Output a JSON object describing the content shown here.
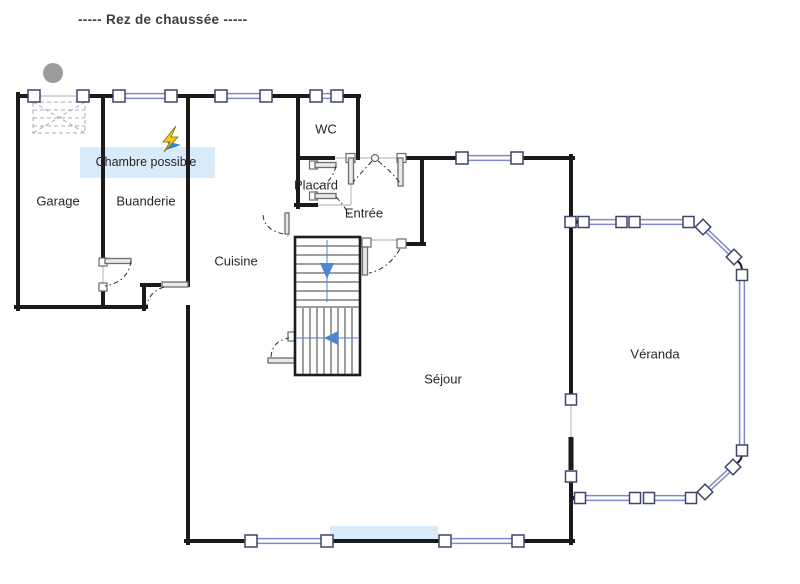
{
  "title": "-----  Rez de chaussée  -----",
  "rooms": {
    "garage": "Garage",
    "buanderie": "Buanderie",
    "chambre_possible": "Chambre possible",
    "cuisine": "Cuisine",
    "wc": "WC",
    "placard": "Placard",
    "entree": "Entrée",
    "sejour": "Séjour",
    "veranda": "Véranda"
  },
  "icons": {
    "power": "power-supply-icon",
    "marker": "gray-dot-marker",
    "stairs_down": "stairs-down-arrow-icon",
    "stairs_left": "stairs-left-arrow-icon",
    "garage_door": "garage-door-symbol"
  },
  "colors": {
    "wall": "#1a1a1a",
    "thin": "#bdbdbd",
    "window": "#8187c9",
    "frame": "#3f4468",
    "door": "#6e6e6e",
    "doorFill": "#e9e9e9",
    "arc": "#2b2b2b",
    "stair": "#3d3d3d",
    "arrow": "#4f86d2",
    "highlight": "#d2e6f7",
    "marker": "#9c9c9c",
    "bolt": "#f8c81c",
    "boltEdge": "#8a6a00",
    "boltArrow": "#2f82d8",
    "text": "#262626",
    "titleColor": "#3c3c3c"
  }
}
